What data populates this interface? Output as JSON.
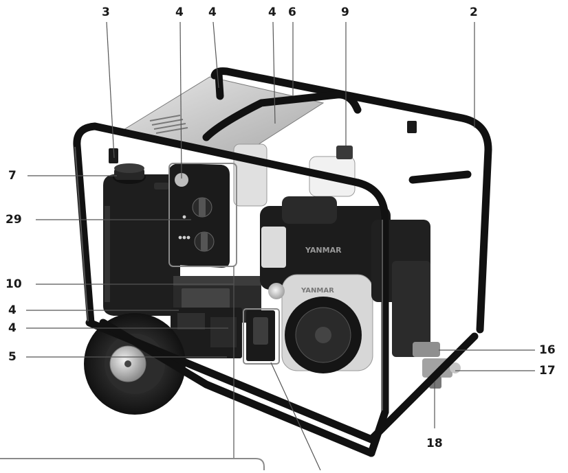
{
  "callouts": {
    "top_3": "3",
    "top_4a": "4",
    "top_4b": "4",
    "top_4c": "4",
    "top_6": "6",
    "top_9": "9",
    "top_2": "2",
    "left_7": "7",
    "left_29": "29",
    "left_10": "10",
    "left_4a": "4",
    "left_4b": "4",
    "left_5": "5",
    "right_16": "16",
    "right_17": "17",
    "bottom_18": "18"
  },
  "engine_brand": "YANMAR",
  "colors": {
    "frame": "#111111",
    "label": "#1a1a1a",
    "leader": "#555555",
    "panel_outline": "#8a8a8a",
    "steel": "#c9c9c9",
    "tank": "#1c1c1c"
  }
}
